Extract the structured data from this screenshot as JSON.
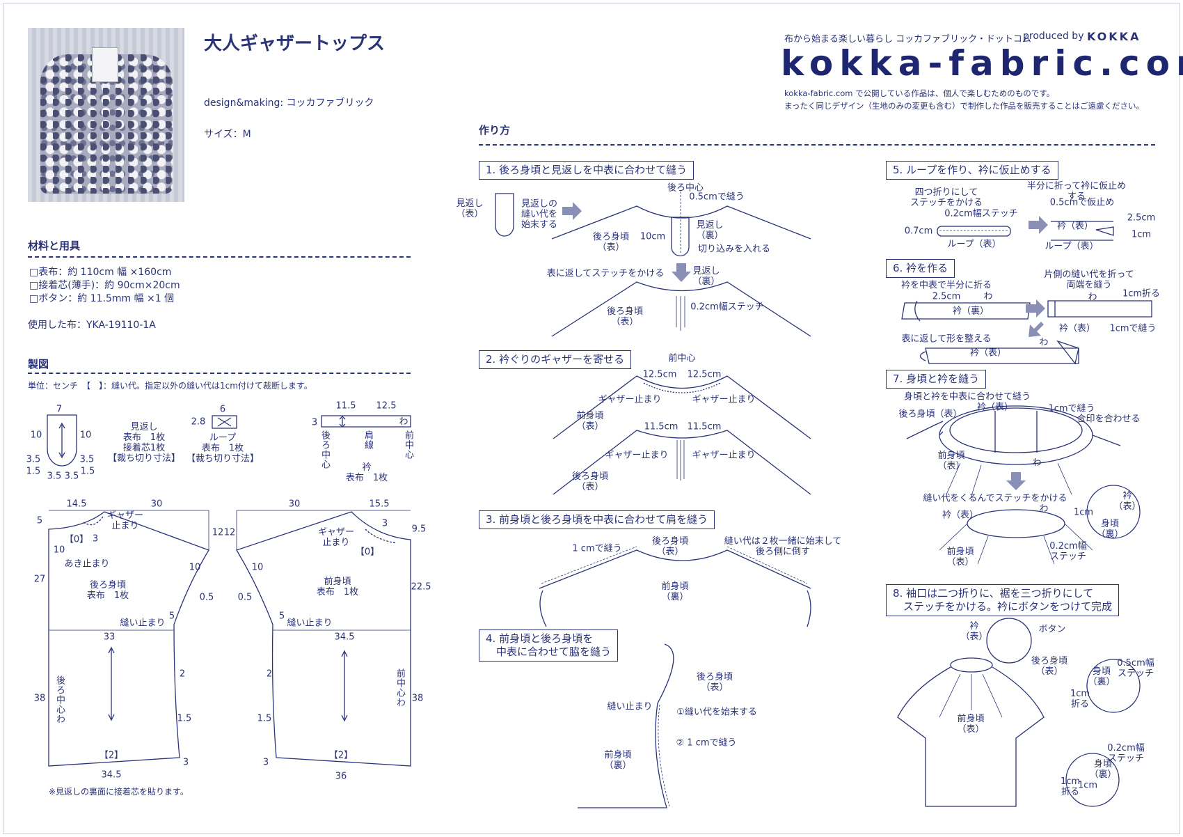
{
  "header": {
    "title": "大人ギャザートップス",
    "designer": "design&making: コッカファブリック",
    "size": "サイズ：M",
    "tagline": "布から始まる楽しい暮らし コッカファブリック・ドットコム",
    "produced_by": "produced by",
    "maker": "KOKKA",
    "logo": "kokka-fabric.com",
    "notice1": "kokka-fabric.com で公開している作品は、個人で楽しむためのものです。",
    "notice2": "まったく同じデザイン（生地のみの変更も含む）で制作した作品を販売することはご遠慮ください。"
  },
  "materials": {
    "heading": "材料と用具",
    "items": [
      "□表布：約 110cm 幅 ×160cm",
      "□接着芯(薄手)：約 90cm×20cm",
      "□ボタン：約 11.5mm 幅 ×1 個"
    ],
    "fabric_used": "使用した布：YKA-19110-1A"
  },
  "pattern": {
    "heading": "製図",
    "unit_note": "単位：センチ　【　】：縫い代。指定以外の縫い代は1cm付けて裁断します。",
    "bottom_note": "※見返しの裏面に接着芯を貼ります。",
    "labels": [
      "7",
      "10",
      "10",
      "3.5",
      "3.5",
      "1.5",
      "3.5",
      "3.5",
      "1.5",
      "見返し\n表布　1枚\n接着芯1枚\n【裁ち切り寸法】",
      "6",
      "2.8",
      "ループ\n表布　1枚\n【裁ち切り寸法】",
      "11.5",
      "12.5",
      "3",
      "わ",
      "衿\n表布　1枚",
      "14.5",
      "30",
      "5",
      "【0】",
      "3",
      "ギャザー\n止まり",
      "12",
      "10",
      "あき止まり",
      "27",
      "10",
      "後ろ身頃\n表布　1枚",
      "0.5",
      "縫い止まり",
      "5",
      "33",
      "2",
      "1.5",
      "3",
      "【2】",
      "34.5",
      "38",
      "30",
      "15.5",
      "12",
      "ギャザー\n止まり",
      "3",
      "9.5",
      "【0】",
      "10",
      "前身頃\n表布　1枚",
      "22.5",
      "0.5",
      "5",
      "縫い止まり",
      "34.5",
      "2",
      "1.5",
      "3",
      "【2】",
      "36",
      "38"
    ],
    "vertical": [
      "後ろ中心",
      "肩線",
      "前中心",
      "後ろ中心わ",
      "前中心わ"
    ]
  },
  "howto": {
    "heading": "作り方",
    "steps": [
      {
        "title": "1. 後ろ身頃と見返しを中表に合わせて縫う",
        "labels": [
          "見返し\n（表）",
          "見返しの\n縫い代を\n始末する",
          "後ろ中心",
          "0.5cmで縫う",
          "後ろ身頃\n（表）",
          "10cm",
          "見返し\n（裏）",
          "切り込みを入れる",
          "表に返してステッチをかける",
          "見返し\n（裏）",
          "後ろ身頃\n（表）",
          "0.2cm幅ステッチ"
        ]
      },
      {
        "title": "2. 衿ぐりのギャザーを寄せる",
        "labels": [
          "前中心",
          "12.5cm",
          "12.5cm",
          "ギャザー止まり",
          "ギャザー止まり",
          "前身頃\n（表）",
          "11.5cm",
          "11.5cm",
          "ギャザー止まり",
          "ギャザー止まり",
          "後ろ身頃\n（表）"
        ]
      },
      {
        "title": "3. 前身頃と後ろ身頃を中表に合わせて肩を縫う",
        "labels": [
          "1 cmで縫う",
          "後ろ身頃\n（表）",
          "縫い代は２枚一緒に始末して\n後ろ側に倒す",
          "前身頃\n（裏）"
        ]
      },
      {
        "title": "4. 前身頃と後ろ身頃を\n　中表に合わせて脇を縫う",
        "labels": [
          "後ろ身頃\n（表）",
          "縫い止まり",
          "①縫い代を始末する",
          "② 1 cmで縫う",
          "前身頃\n（裏）"
        ]
      },
      {
        "title": "5. ループを作り、衿に仮止めする",
        "labels": [
          "四つ折りにして\nステッチをかける",
          "0.2cm幅ステッチ",
          "0.7cm",
          "ループ（表）",
          "半分に折って衿に仮止めする",
          "0.5cmで仮止め",
          "衿（表）",
          "2.5cm",
          "1cm",
          "ループ（表）"
        ]
      },
      {
        "title": "6. 衿を作る",
        "labels": [
          "衿を中表で半分に折る",
          "2.5cm",
          "わ",
          "衿（裏）",
          "片側の縫い代を折って\n両端を縫う",
          "1cm折る",
          "わ",
          "衿（表）",
          "1cmで縫う",
          "表に返して形を整える",
          "衿（表）",
          "わ"
        ]
      },
      {
        "title": "7. 身頃と衿を縫う",
        "labels": [
          "身頃と衿を中表に合わせて縫う",
          "衿（表）",
          "後ろ身頃（表）",
          "1cmで縫う",
          "合印を合わせる",
          "前身頃\n（表）",
          "わ",
          "縫い代をくるんでステッチをかける",
          "衿（表）",
          "わ",
          "1cm",
          "衿\n（表）",
          "身頃\n（裏）",
          "前身頃\n（表）",
          "0.2cm幅\nステッチ"
        ]
      },
      {
        "title": "8. 袖口は二つ折りに、裾を三つ折りにして\n　ステッチをかける。衿にボタンをつけて完成",
        "labels": [
          "衿\n（表）",
          "ボタン",
          "後ろ身頃\n（表）",
          "0.5cm幅\nステッチ",
          "身頃\n（裏）",
          "1cm\n折る",
          "前身頃\n（表）",
          "0.2cm幅\nステッチ",
          "身頃\n（裏）",
          "1cm\n折る",
          "1cm"
        ]
      }
    ]
  },
  "colors": {
    "ink": "#2b3377",
    "arrow": "#8a8fb5"
  }
}
